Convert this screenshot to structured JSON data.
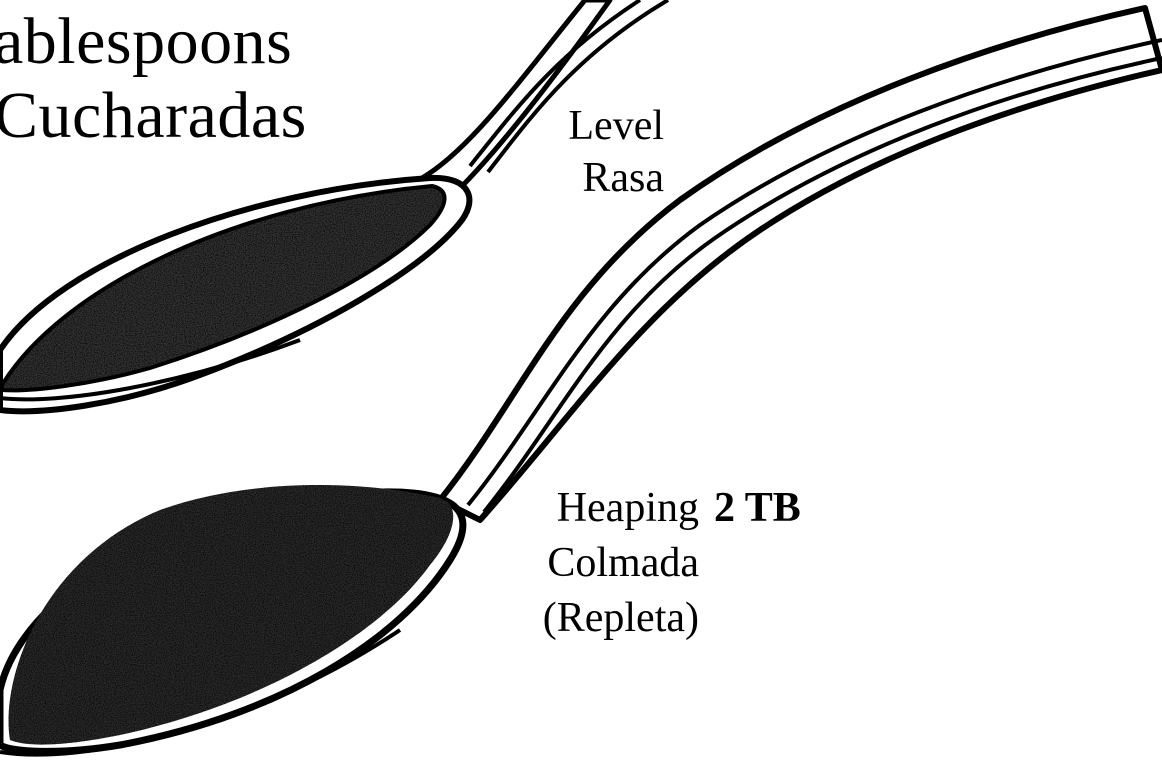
{
  "title": {
    "english": "ablespoons",
    "spanish": "Cucharadas"
  },
  "spoons": [
    {
      "id": "level",
      "label_en": "Level",
      "label_es": "Rasa"
    },
    {
      "id": "heaping",
      "label_en": "Heaping",
      "label_es": "Colmada",
      "label_alt": "(Repleta)",
      "measure": "2 TB"
    }
  ],
  "colors": {
    "outline": "#000000",
    "fill_dark": "#2e2e2e",
    "fill_light": "#8a8a8a",
    "background": "#ffffff"
  }
}
